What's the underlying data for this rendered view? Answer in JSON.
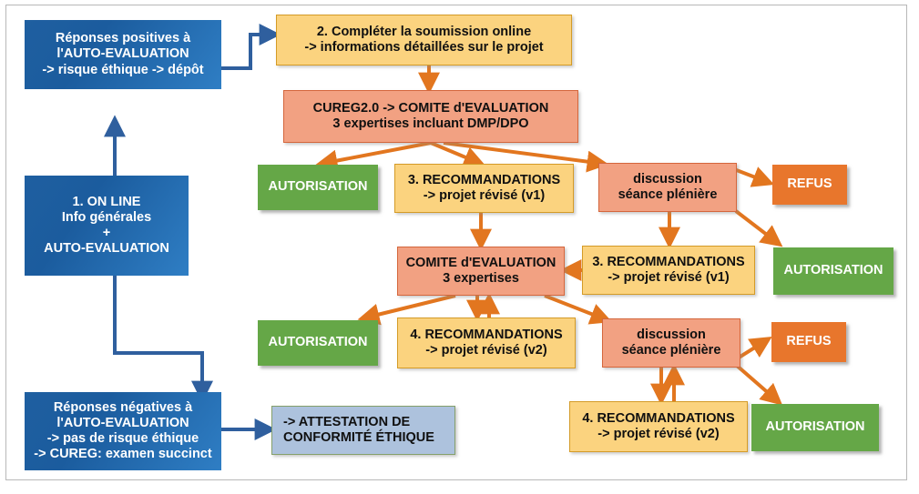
{
  "diagram": {
    "title": "CUREG ethics submission workflow",
    "colors": {
      "blue": "#1f5fa0",
      "yellow": "#fbd37f",
      "salmon": "#f2a182",
      "green": "#65a747",
      "orange": "#e8762c",
      "steel": "#adc2dd",
      "arrow_orange": "#e2761f",
      "arrow_blue": "#2f5f9e",
      "frame": "#b8b8b8"
    },
    "nodes": {
      "positive": "Réponses positives à\nl'AUTO-EVALUATION\n-> risque éthique -> dépôt",
      "online": "1. ON LINE\nInfo générales\n+\nAUTO-EVALUATION",
      "negative": "Réponses négatives à\nl'AUTO-EVALUATION\n-> pas de risque éthique\n-> CUREG: examen succinct",
      "submission": "2. Compléter la soumission online\n-> informations détaillées sur le projet",
      "cureg": "CUREG2.0 -> COMITE d'EVALUATION\n3 expertises incluant DMP/DPO",
      "autorisation_1": "AUTORISATION",
      "reco_v1_left": "3. RECOMMANDATIONS\n-> projet révisé (v1)",
      "discussion_1": "discussion\nséance plénière",
      "refus_1": "REFUS",
      "autorisation_2": "AUTORISATION",
      "comite": "COMITE d'EVALUATION\n3 expertises",
      "reco_v1_right": "3. RECOMMANDATIONS\n-> projet révisé (v1)",
      "autorisation_3": "AUTORISATION",
      "reco_v2_left": "4. RECOMMANDATIONS\n-> projet révisé (v2)",
      "discussion_2": "discussion\nséance plénière",
      "refus_2": "REFUS",
      "reco_v2_bottom": "4. RECOMMANDATIONS\n-> projet révisé (v2)",
      "autorisation_4": "AUTORISATION",
      "attestation": "-> ATTESTATION DE\nCONFORMITÉ ÉTHIQUE"
    }
  }
}
